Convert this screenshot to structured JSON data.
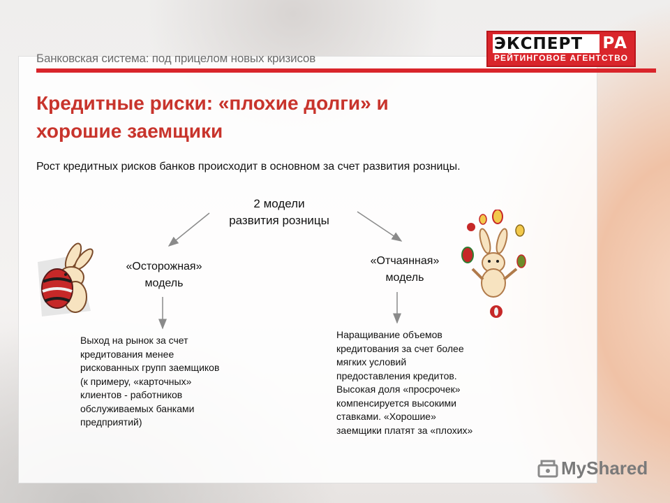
{
  "header": {
    "subtitle": "Банковская система: под прицелом новых кризисов",
    "logo": {
      "word1": "ЭКСПЕРТ",
      "word2": "РА",
      "tagline": "РЕЙТИНГОВОЕ АГЕНТСТВО"
    }
  },
  "title": {
    "line1": "Кредитные риски: «плохие долги» и",
    "line2": "хорошие заемщики"
  },
  "intro": "Рост кредитных рисков банков происходит в основном за счет развития розницы.",
  "center": {
    "line1": "2 модели",
    "line2": "развития розницы"
  },
  "models": [
    {
      "name_line1": "«Осторожная»",
      "name_line2": "модель",
      "description": [
        "Выход на рынок за счет",
        "кредитования менее",
        "рискованных групп заемщиков",
        "(к примеру, «карточных»",
        "клиентов - работников",
        "обслуживаемых банками",
        "предприятий)"
      ]
    },
    {
      "name_line1": "«Отчаянная»",
      "name_line2": "модель",
      "description": [
        "Наращивание объемов",
        "кредитования за счет более",
        "мягких условий",
        "предоставления кредитов.",
        "Высокая доля «просрочек»",
        "компенсируется высокими",
        "ставками. «Хорошие»",
        "заемщики платят за «плохих»"
      ]
    }
  ],
  "watermark": "MyShared",
  "colors": {
    "accent": "#d9252b",
    "title": "#c8342c"
  }
}
